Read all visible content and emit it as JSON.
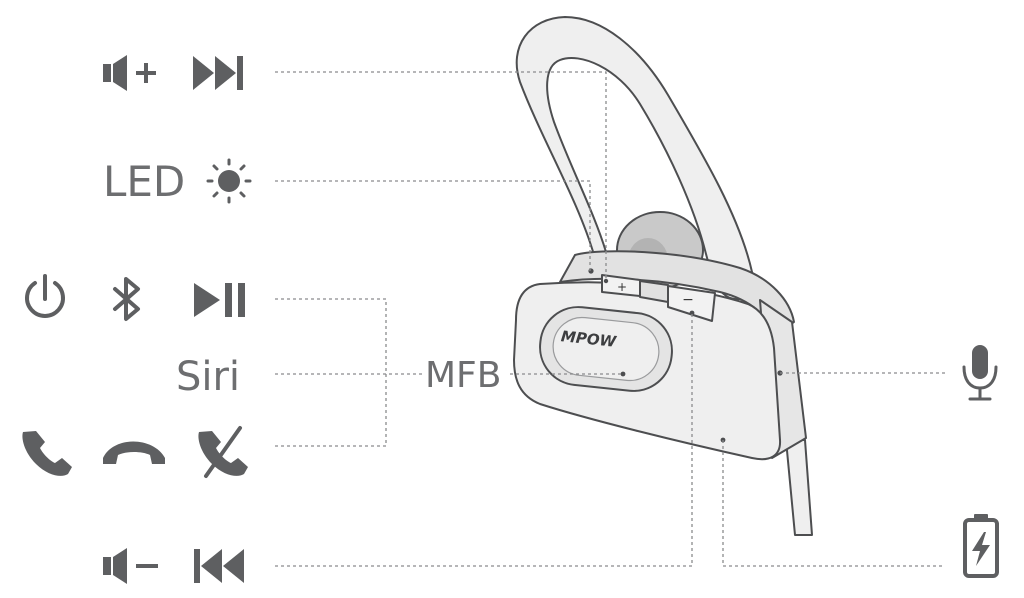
{
  "labels": {
    "led": "LED",
    "siri": "Siri",
    "mfb": "MFB",
    "brand": "MPOW",
    "plus": "+",
    "minus": "−"
  },
  "icons": {
    "row_volume_up": [
      "volume-up-icon",
      "next-track-icon"
    ],
    "row_led": [
      "sun-icon"
    ],
    "row_mfb": [
      "power-icon",
      "bluetooth-icon",
      "play-pause-icon"
    ],
    "row_calls": [
      "answer-call-icon",
      "end-call-icon",
      "reject-call-icon"
    ],
    "row_volume_down": [
      "volume-down-icon",
      "previous-track-icon"
    ],
    "right_side": [
      "microphone-icon",
      "battery-charging-icon"
    ]
  },
  "colors": {
    "outline": "#4d4e50",
    "earpiece_fill": "#efefef",
    "eartip_fill": "#c9c9c9",
    "icon": "#5e5f61",
    "label_text": "#6d6e70",
    "leader_line": "#8a8b8d"
  }
}
